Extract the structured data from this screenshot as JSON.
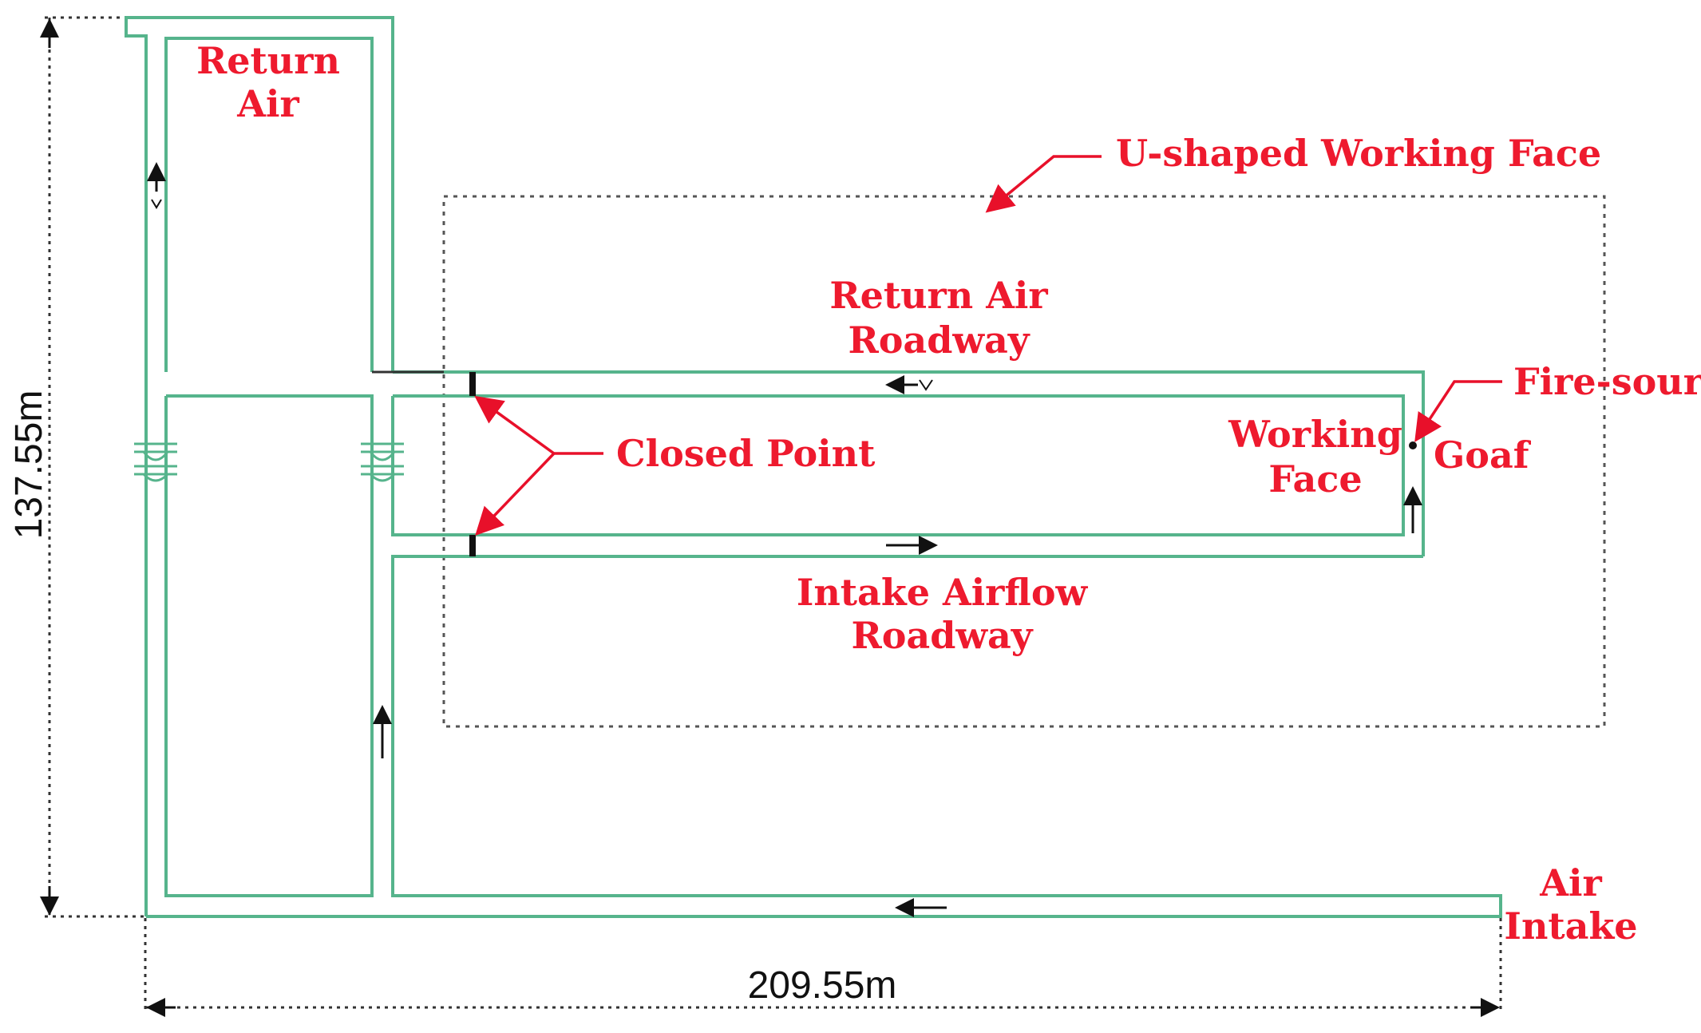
{
  "labels": {
    "return_air": [
      "Return",
      "Air"
    ],
    "u_shaped_working_face": "U-shaped Working Face",
    "return_air_roadway": [
      "Return Air",
      "Roadway"
    ],
    "fire_source": "Fire-source",
    "working_face": [
      "Working",
      "Face"
    ],
    "goaf": "Goaf",
    "closed_point": "Closed Point",
    "intake_airflow_roadway": [
      "Intake Airflow",
      "Roadway"
    ],
    "air_intake": [
      "Air",
      "Intake"
    ]
  },
  "dimensions": {
    "height": "137.55m",
    "width": "209.55m"
  },
  "colors": {
    "tunnel": "#56b48c",
    "label": "#ee1a2e",
    "arrow": "#111111"
  }
}
